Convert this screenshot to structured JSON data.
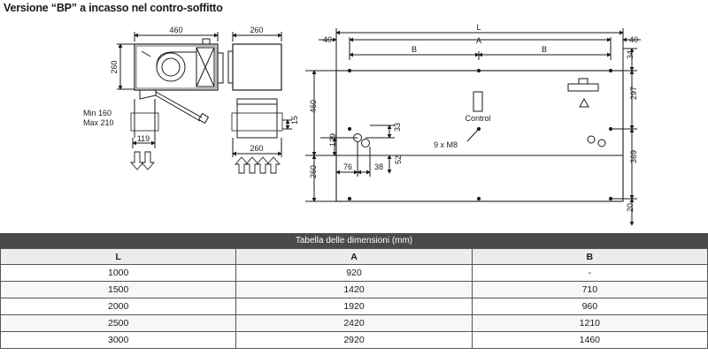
{
  "title": "Versione “BP” a incasso nel contro-soffitto",
  "drawing": {
    "side_view": {
      "width": "460",
      "height": "260",
      "min_label": "Min 160",
      "max_label": "Max 210",
      "outlet": "119"
    },
    "front_view": {
      "width": "260",
      "gap": "15",
      "outlet": "260"
    },
    "plan_view": {
      "L": "L",
      "A": "A",
      "B_left": "B",
      "B_right": "B",
      "margin_left": "40",
      "margin_right": "40",
      "right_dims": [
        "34",
        "297",
        "369",
        "20"
      ],
      "left_dims": [
        "460",
        "260",
        "129"
      ],
      "bottom_dims": [
        "76",
        "38"
      ],
      "mid_dims": [
        "33",
        "52"
      ],
      "control_label": "Control",
      "screws_label": "9 x M8"
    }
  },
  "table": {
    "caption": "Tabella delle dimensioni (mm)",
    "headers": [
      "L",
      "A",
      "B"
    ],
    "rows": [
      [
        "1000",
        "920",
        "-"
      ],
      [
        "1500",
        "1420",
        "710"
      ],
      [
        "2000",
        "1920",
        "960"
      ],
      [
        "2500",
        "2420",
        "1210"
      ],
      [
        "3000",
        "2920",
        "1460"
      ]
    ]
  }
}
